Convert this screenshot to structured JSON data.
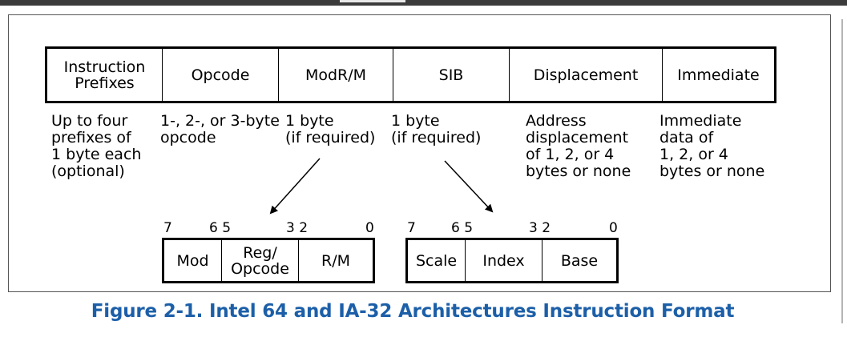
{
  "format_fields": [
    {
      "label": "Instruction\nPrefixes"
    },
    {
      "label": "Opcode"
    },
    {
      "label": "ModR/M"
    },
    {
      "label": "SIB"
    },
    {
      "label": "Displacement"
    },
    {
      "label": "Immediate"
    }
  ],
  "descriptions": [
    "Up to four\nprefixes of\n1 byte each\n(optional)",
    "1-, 2-, or 3-byte\nopcode",
    "1 byte\n(if required)",
    "1 byte\n(if required)",
    "Address\ndisplacement\nof 1, 2, or 4\nbytes or none",
    "Immediate\ndata of\n1, 2, or 4\nbytes or none"
  ],
  "modrm": {
    "bits": [
      "7",
      "6 5",
      "3 2",
      "0"
    ],
    "fields": [
      "Mod",
      "Reg/\nOpcode",
      "R/M"
    ]
  },
  "sib": {
    "bits": [
      "7",
      "6 5",
      "3 2",
      "0"
    ],
    "fields": [
      "Scale",
      "Index",
      "Base"
    ]
  },
  "caption": "Figure 2-1.  Intel 64 and IA-32 Architectures Instruction Format",
  "colors": {
    "caption": "#1c5fa8",
    "frame": "#555555",
    "topbar": "#3b3b3b"
  }
}
